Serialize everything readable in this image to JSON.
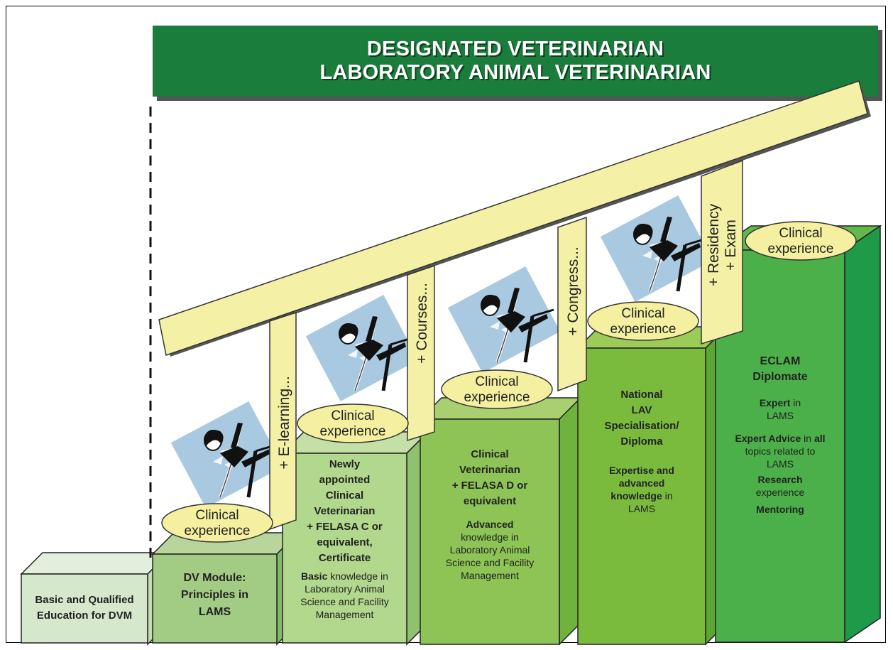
{
  "title": {
    "line1": "DESIGNATED VETERINARIAN",
    "line2": "LABORATORY ANIMAL VETERINARIAN"
  },
  "tags": [
    "+ E-learning...",
    "+ Courses...",
    "+ Congress...",
    "+ Residency",
    "+ Exam"
  ],
  "clinical": {
    "line1": "Clinical",
    "line2": "experience"
  },
  "blocks": {
    "base": {
      "line1": "Basic and Qualified",
      "line2": "Education for DVM"
    },
    "step1": {
      "title": [
        "DV Module:",
        "Principles in",
        "LAMS"
      ]
    },
    "step2": {
      "title": [
        "Newly",
        "appointed",
        "Clinical",
        "Veterinarian",
        "+ FELASA C or",
        "equivalent,",
        "Certificate"
      ],
      "bold": "Basic",
      "desc1": " knowledge in",
      "desc2": "Laboratory Animal",
      "desc3": "Science and Facility",
      "desc4": "Management"
    },
    "step3": {
      "title": [
        "Clinical",
        "Veterinarian",
        "+ FELASA D or",
        "equivalent"
      ],
      "bold": "Advanced",
      "desc1": "knowledge in",
      "desc2": "Laboratory Animal",
      "desc3": "Science and Facility",
      "desc4": "Management"
    },
    "step4": {
      "title": [
        "National",
        "LAV",
        "Specialisation/",
        "Diploma"
      ],
      "bold1": "Expertise and",
      "bold2": "advanced",
      "bold3": "knowledge",
      "desc": " in",
      "desc2": "LAMS"
    },
    "step5": {
      "title": [
        "ECLAM",
        "Diplomate"
      ],
      "b1": "Expert",
      "d1": " in",
      "d1b": "LAMS",
      "b2": "Expert Advice",
      "d2": " in ",
      "b2b": "all",
      "d2b": "topics related to",
      "d2c": "LAMS",
      "b3": "Research",
      "d3": "experience",
      "b4": "Mentoring"
    }
  },
  "colors": {
    "banner": "#1a7d3c",
    "tag_fill": "#f4f1a6",
    "ellipse_fill": "#f4f0a0",
    "panel_blue": "#a8c9e0"
  }
}
